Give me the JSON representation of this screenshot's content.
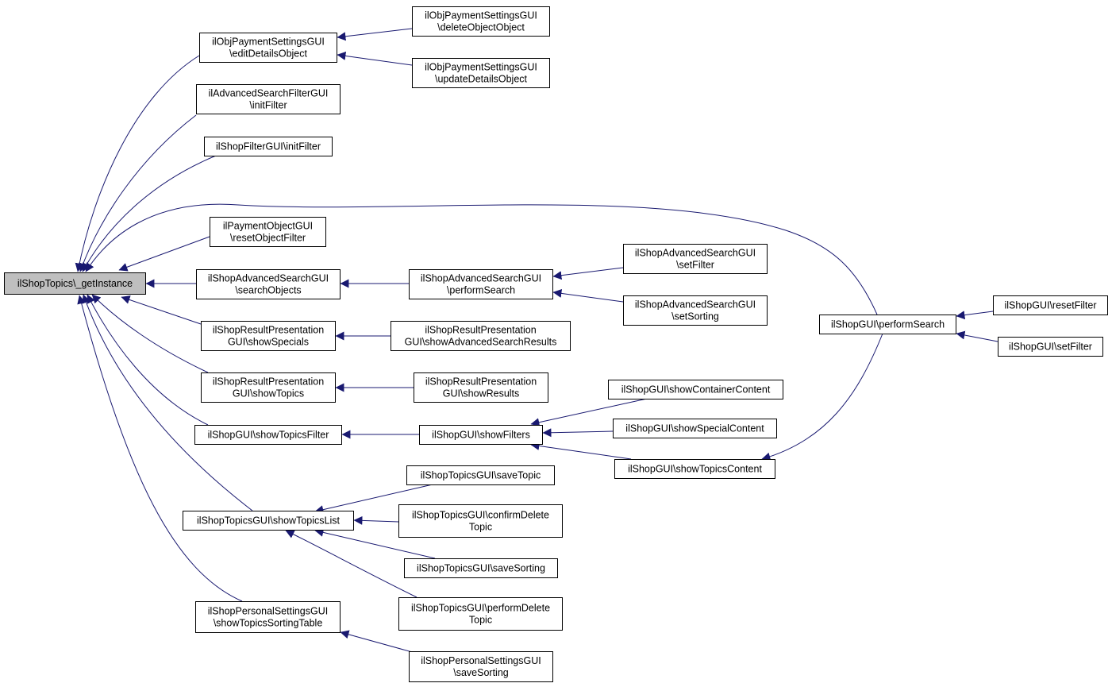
{
  "colors": {
    "edge": "#191970",
    "root_fill": "#bfbfbf",
    "node_fill": "#ffffff",
    "border": "#000000"
  },
  "graph": {
    "root": {
      "id": "root",
      "lines": [
        "ilShopTopics\\_getInstance"
      ]
    },
    "nodes": [
      {
        "id": "n_editDetails",
        "lines": [
          "ilObjPaymentSettingsGUI",
          "\\editDetailsObject"
        ]
      },
      {
        "id": "n_deleteObject",
        "lines": [
          "ilObjPaymentSettingsGUI",
          "\\deleteObjectObject"
        ]
      },
      {
        "id": "n_updateDetails",
        "lines": [
          "ilObjPaymentSettingsGUI",
          "\\updateDetailsObject"
        ]
      },
      {
        "id": "n_advInitFilter",
        "lines": [
          "ilAdvancedSearchFilterGUI",
          "\\initFilter"
        ]
      },
      {
        "id": "n_shopFilterInit",
        "lines": [
          "ilShopFilterGUI\\initFilter"
        ]
      },
      {
        "id": "n_resetObjectFilter",
        "lines": [
          "ilPaymentObjectGUI",
          "\\resetObjectFilter"
        ]
      },
      {
        "id": "n_searchObjects",
        "lines": [
          "ilShopAdvancedSearchGUI",
          "\\searchObjects"
        ]
      },
      {
        "id": "n_advPerformSearch",
        "lines": [
          "ilShopAdvancedSearchGUI",
          "\\performSearch"
        ]
      },
      {
        "id": "n_advSetFilter",
        "lines": [
          "ilShopAdvancedSearchGUI",
          "\\setFilter"
        ]
      },
      {
        "id": "n_advSetSorting",
        "lines": [
          "ilShopAdvancedSearchGUI",
          "\\setSorting"
        ]
      },
      {
        "id": "n_showSpecials",
        "lines": [
          "ilShopResultPresentation",
          "GUI\\showSpecials"
        ]
      },
      {
        "id": "n_showAdvResults",
        "lines": [
          "ilShopResultPresentation",
          "GUI\\showAdvancedSearchResults"
        ]
      },
      {
        "id": "n_showTopics",
        "lines": [
          "ilShopResultPresentation",
          "GUI\\showTopics"
        ]
      },
      {
        "id": "n_showResults",
        "lines": [
          "ilShopResultPresentation",
          "GUI\\showResults"
        ]
      },
      {
        "id": "n_showTopicsFilter",
        "lines": [
          "ilShopGUI\\showTopicsFilter"
        ]
      },
      {
        "id": "n_showFilters",
        "lines": [
          "ilShopGUI\\showFilters"
        ]
      },
      {
        "id": "n_showContainer",
        "lines": [
          "ilShopGUI\\showContainerContent"
        ]
      },
      {
        "id": "n_showSpecialContent",
        "lines": [
          "ilShopGUI\\showSpecialContent"
        ]
      },
      {
        "id": "n_showTopicsContent",
        "lines": [
          "ilShopGUI\\showTopicsContent"
        ]
      },
      {
        "id": "n_shopPerformSearch",
        "lines": [
          "ilShopGUI\\performSearch"
        ]
      },
      {
        "id": "n_shopResetFilter",
        "lines": [
          "ilShopGUI\\resetFilter"
        ]
      },
      {
        "id": "n_shopSetFilter",
        "lines": [
          "ilShopGUI\\setFilter"
        ]
      },
      {
        "id": "n_showTopicsList",
        "lines": [
          "ilShopTopicsGUI\\showTopicsList"
        ]
      },
      {
        "id": "n_saveTopic",
        "lines": [
          "ilShopTopicsGUI\\saveTopic"
        ]
      },
      {
        "id": "n_confirmDelete",
        "lines": [
          "ilShopTopicsGUI\\confirmDelete",
          "Topic"
        ]
      },
      {
        "id": "n_topicsSaveSorting",
        "lines": [
          "ilShopTopicsGUI\\saveSorting"
        ]
      },
      {
        "id": "n_performDelete",
        "lines": [
          "ilShopTopicsGUI\\performDelete",
          "Topic"
        ]
      },
      {
        "id": "n_sortingTable",
        "lines": [
          "ilShopPersonalSettingsGUI",
          "\\showTopicsSortingTable"
        ]
      },
      {
        "id": "n_personalSaveSorting",
        "lines": [
          "ilShopPersonalSettingsGUI",
          "\\saveSorting"
        ]
      }
    ],
    "edges": [
      {
        "from": "n_editDetails",
        "to": "root"
      },
      {
        "from": "n_deleteObject",
        "to": "n_editDetails"
      },
      {
        "from": "n_updateDetails",
        "to": "n_editDetails"
      },
      {
        "from": "n_advInitFilter",
        "to": "root"
      },
      {
        "from": "n_shopFilterInit",
        "to": "root"
      },
      {
        "from": "n_shopPerformSearch",
        "to": "root"
      },
      {
        "from": "n_resetObjectFilter",
        "to": "root"
      },
      {
        "from": "n_searchObjects",
        "to": "root"
      },
      {
        "from": "n_advPerformSearch",
        "to": "n_searchObjects"
      },
      {
        "from": "n_advSetFilter",
        "to": "n_advPerformSearch"
      },
      {
        "from": "n_advSetSorting",
        "to": "n_advPerformSearch"
      },
      {
        "from": "n_showSpecials",
        "to": "root"
      },
      {
        "from": "n_showAdvResults",
        "to": "n_showSpecials"
      },
      {
        "from": "n_showTopics",
        "to": "root"
      },
      {
        "from": "n_showResults",
        "to": "n_showTopics"
      },
      {
        "from": "n_showTopicsFilter",
        "to": "root"
      },
      {
        "from": "n_showFilters",
        "to": "n_showTopicsFilter"
      },
      {
        "from": "n_showContainer",
        "to": "n_showFilters"
      },
      {
        "from": "n_showSpecialContent",
        "to": "n_showFilters"
      },
      {
        "from": "n_showTopicsContent",
        "to": "n_showFilters"
      },
      {
        "from": "n_shopPerformSearch",
        "to": "n_showTopicsContent"
      },
      {
        "from": "n_shopResetFilter",
        "to": "n_shopPerformSearch"
      },
      {
        "from": "n_shopSetFilter",
        "to": "n_shopPerformSearch"
      },
      {
        "from": "n_showTopicsList",
        "to": "root"
      },
      {
        "from": "n_saveTopic",
        "to": "n_showTopicsList"
      },
      {
        "from": "n_confirmDelete",
        "to": "n_showTopicsList"
      },
      {
        "from": "n_topicsSaveSorting",
        "to": "n_showTopicsList"
      },
      {
        "from": "n_performDelete",
        "to": "n_showTopicsList"
      },
      {
        "from": "n_sortingTable",
        "to": "root"
      },
      {
        "from": "n_personalSaveSorting",
        "to": "n_sortingTable"
      }
    ]
  }
}
